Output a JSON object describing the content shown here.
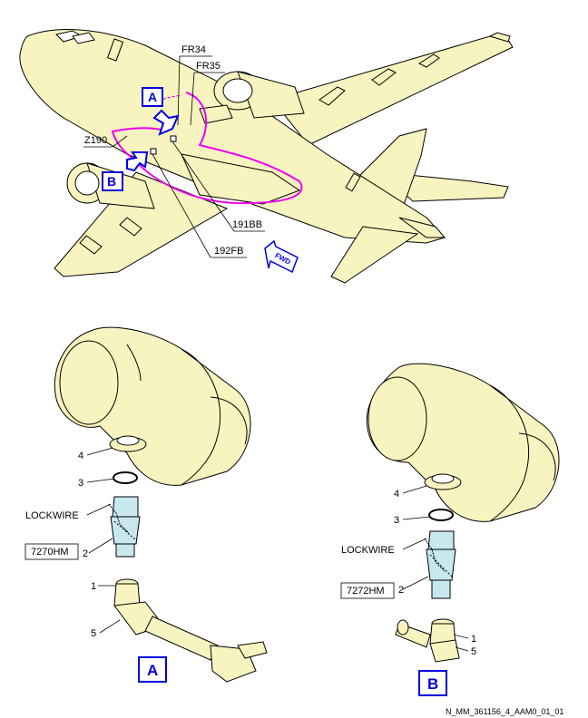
{
  "aircraft": {
    "frames": [
      "FR34",
      "FR35"
    ],
    "zone": "Z190",
    "views": [
      "A",
      "B"
    ],
    "access_panels": [
      "191BB",
      "192FB"
    ],
    "direction": "FWD"
  },
  "detail_a": {
    "view_label": "A",
    "items": {
      "item4": "4",
      "item3": "3",
      "lockwire": "LOCKWIRE",
      "part_number": "7270HM",
      "item2": "2",
      "item1": "1",
      "item5": "5"
    }
  },
  "detail_b": {
    "view_label": "B",
    "items": {
      "item4": "4",
      "item3": "3",
      "lockwire": "LOCKWIRE",
      "part_number": "7272HM",
      "item2": "2",
      "item1": "1",
      "item5": "5"
    }
  },
  "figure_id": "N_MM_361156_4_AAM0_01_01",
  "colors": {
    "fill": "#f8f4c0",
    "outline": "#000000",
    "highlight": "#ee00ee",
    "callout": "#0000dd"
  }
}
